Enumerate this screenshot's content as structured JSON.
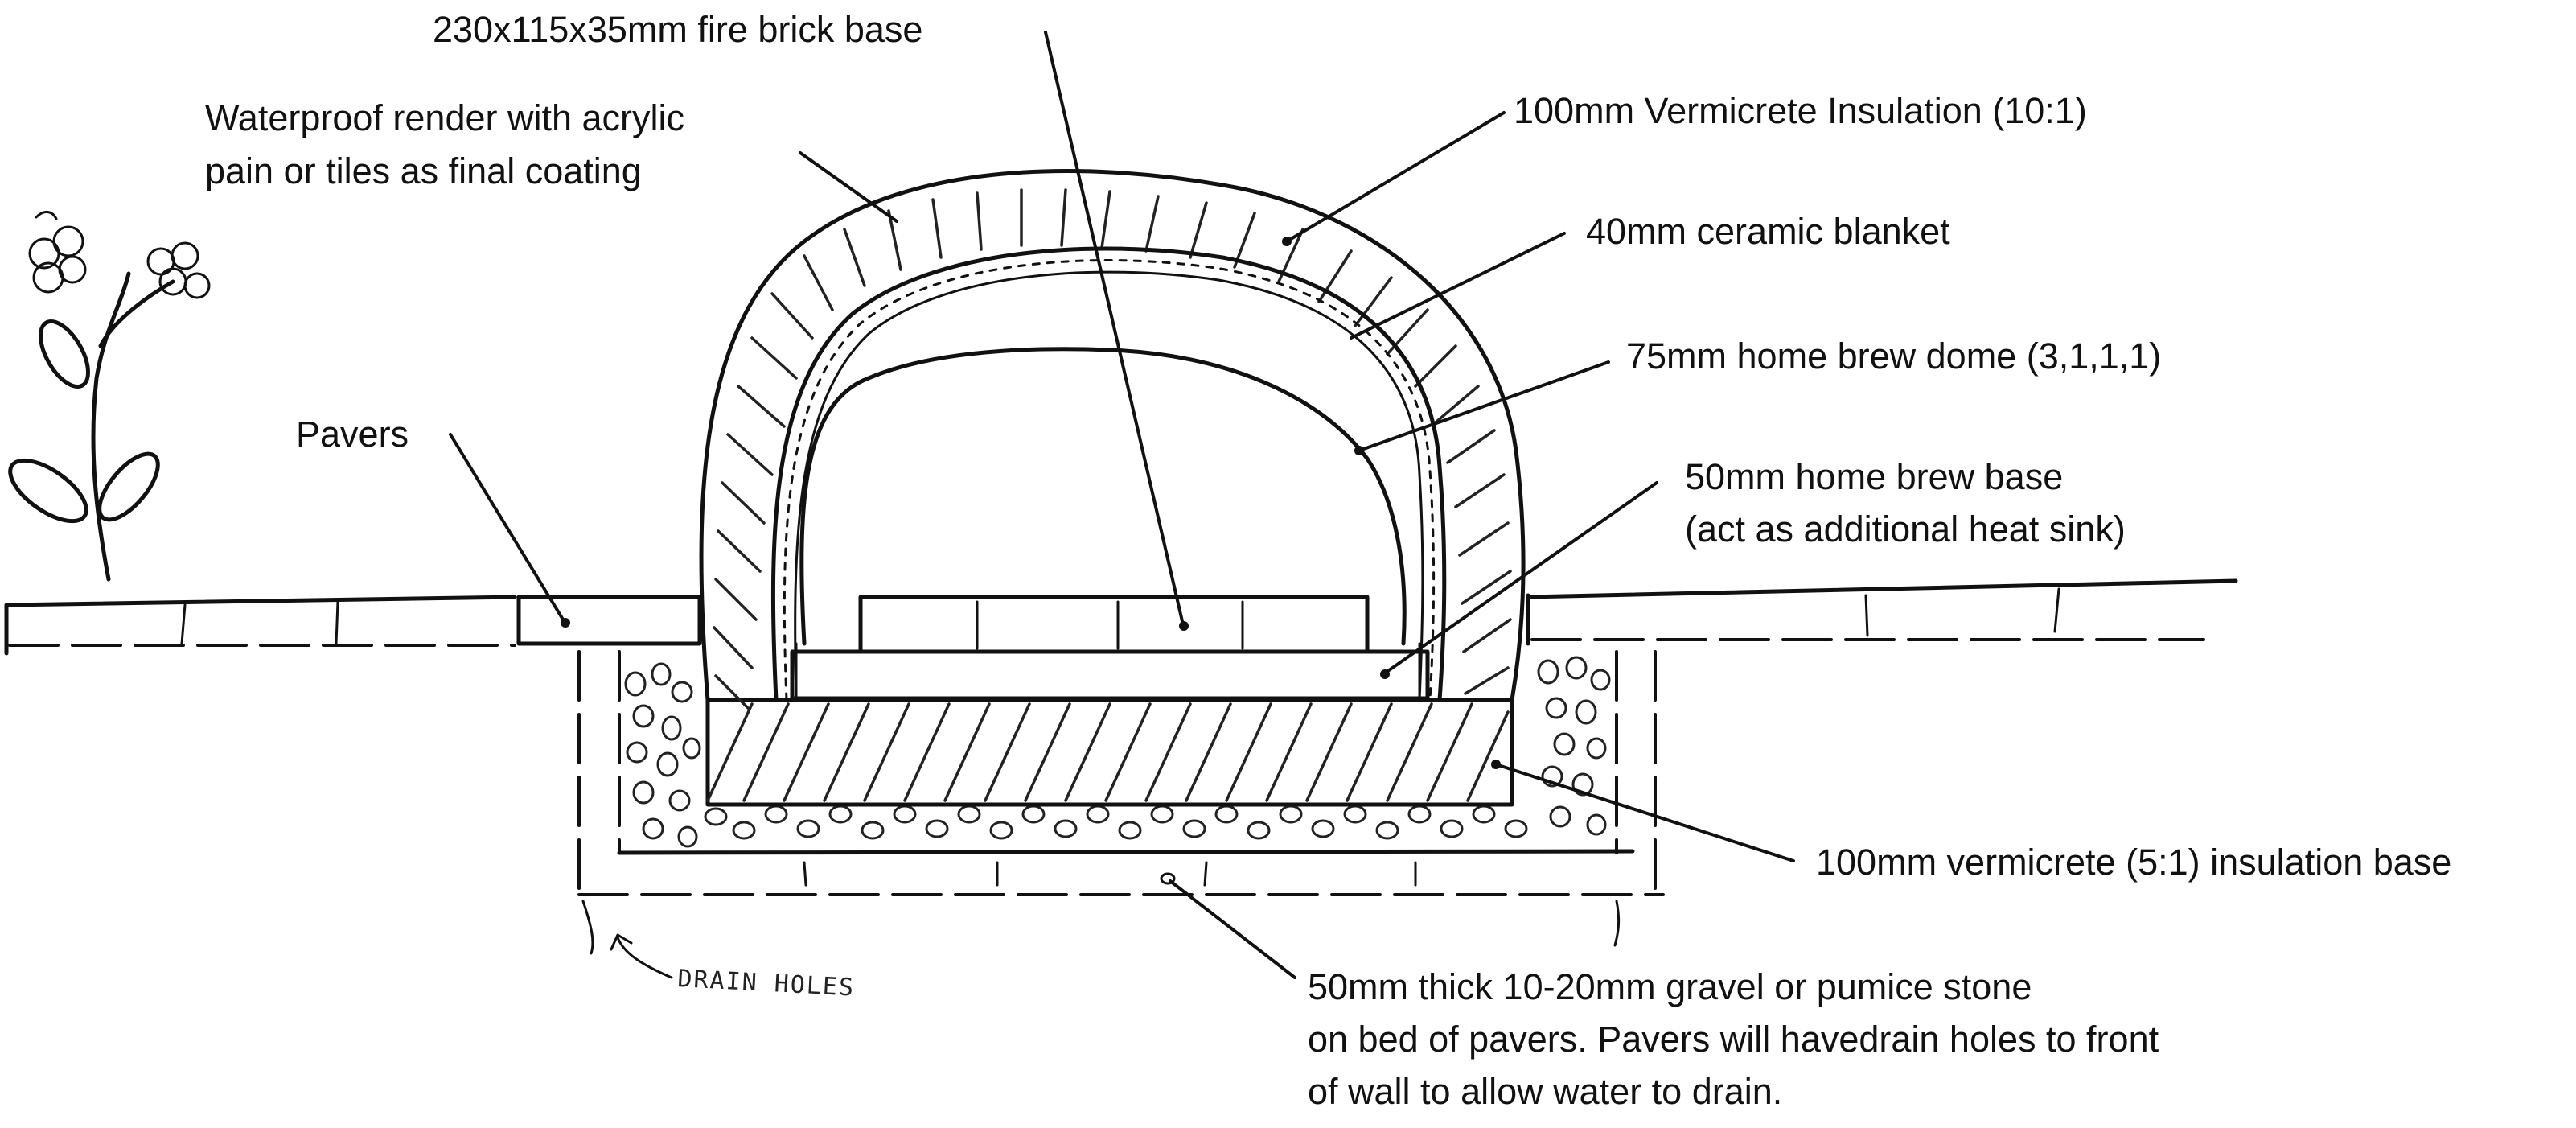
{
  "labels": {
    "fire_brick_base": "230x115x35mm fire brick base",
    "waterproof_render_line1": "Waterproof render with acrylic",
    "waterproof_render_line2": "pain or tiles as final coating",
    "vermicrete_insulation": "100mm Vermicrete Insulation (10:1)",
    "ceramic_blanket": "40mm ceramic blanket",
    "home_brew_dome": "75mm home brew dome (3,1,1,1)",
    "home_brew_base_line1": "50mm home brew base",
    "home_brew_base_line2": "(act as additional heat sink)",
    "pavers": "Pavers",
    "vermicrete_base": "100mm vermicrete (5:1) insulation base",
    "gravel_line1": "50mm thick 10-20mm gravel or pumice stone",
    "gravel_line2": "on bed of pavers. Pavers will havedrain holes to front",
    "gravel_line3": "of wall to allow water to  drain.",
    "drain_holes": "DRAIN HOLES"
  }
}
